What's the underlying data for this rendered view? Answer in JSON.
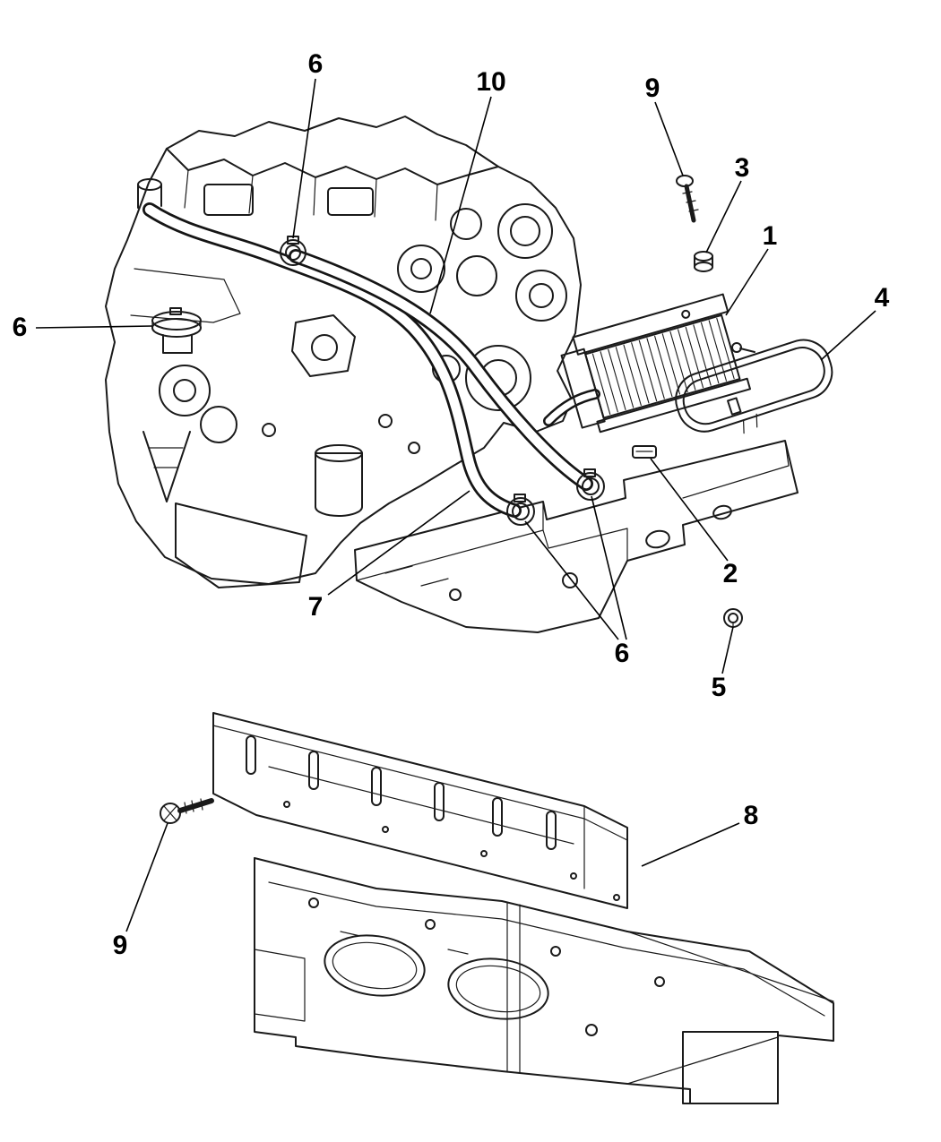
{
  "figure": {
    "background_color": "#ffffff",
    "line_color": "#000000"
  },
  "callouts": [
    {
      "label": "6"
    },
    {
      "label": "10"
    },
    {
      "label": "9"
    },
    {
      "label": "3"
    },
    {
      "label": "1"
    },
    {
      "label": "4"
    },
    {
      "label": "6"
    },
    {
      "label": "2"
    },
    {
      "label": "7"
    },
    {
      "label": "6"
    },
    {
      "label": "5"
    },
    {
      "label": "8"
    },
    {
      "label": "9"
    }
  ]
}
